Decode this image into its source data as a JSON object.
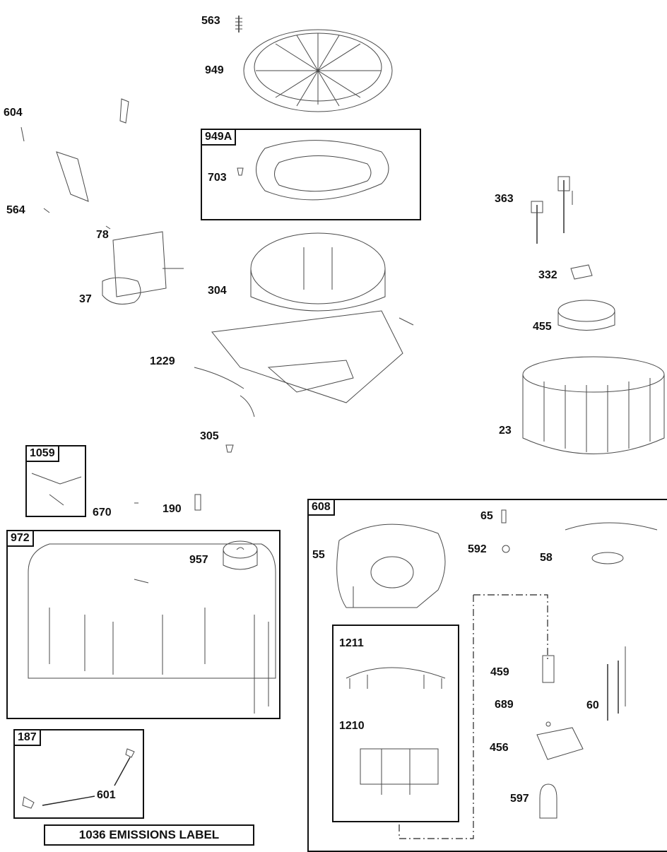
{
  "boxes": {
    "b949a": "949A",
    "b1059": "1059",
    "b972": "972",
    "b187": "187",
    "b608": "608",
    "b1211_1210": ""
  },
  "labels": {
    "p563": "563",
    "p949": "949",
    "p604": "604",
    "p564": "564",
    "p703": "703",
    "p78": "78",
    "p37": "37",
    "p304": "304",
    "p363": "363",
    "p332": "332",
    "p455": "455",
    "p1229": "1229",
    "p23": "23",
    "p305": "305",
    "p670": "670",
    "p190": "190",
    "p957": "957",
    "p65": "65",
    "p55": "55",
    "p592": "592",
    "p58": "58",
    "p1211": "1211",
    "p459": "459",
    "p689": "689",
    "p60": "60",
    "p1210": "1210",
    "p456": "456",
    "p597": "597",
    "p601": "601"
  },
  "emissions_label": "1036 EMISSIONS LABEL"
}
